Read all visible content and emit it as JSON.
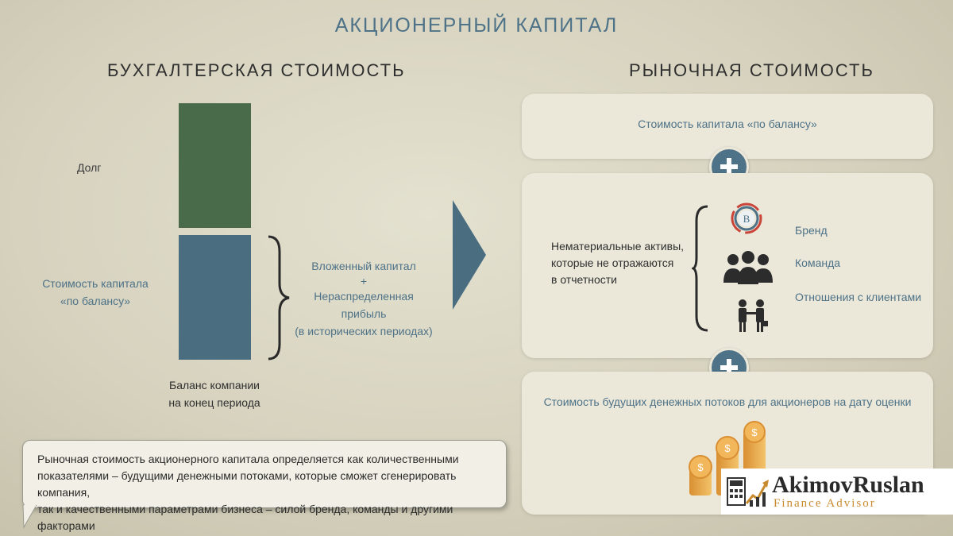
{
  "title": "АКЦИОНЕРНЫЙ КАПИТАЛ",
  "left": {
    "heading": "БУХГАЛТЕРСКАЯ СТОИМОСТЬ",
    "debt_label": "Долг",
    "equity_label_1": "Стоимость капитала",
    "equity_label_2": "«по балансу»",
    "brace_text": [
      "Вложенный капитал",
      "+",
      "Нераспределенная",
      "прибыль",
      "(в исторических периодах)"
    ],
    "balance_caption_1": "Баланс компании",
    "balance_caption_2": "на конец периода",
    "colors": {
      "debt": "#4a6b4a",
      "equity": "#4a6e80"
    }
  },
  "right": {
    "heading": "РЫНОЧНАЯ СТОИМОСТЬ",
    "card1_text": "Стоимость капитала «по балансу»",
    "card2_text": [
      "Нематериальные активы,",
      "которые не отражаются",
      "в отчетности"
    ],
    "items": [
      {
        "icon": "brand-icon",
        "label": "Бренд"
      },
      {
        "icon": "team-icon",
        "label": "Команда"
      },
      {
        "icon": "handshake-icon",
        "label": "Отношения с клиентами"
      }
    ],
    "card3_text": "Стоимость будущих денежных потоков для акционеров на дату оценки",
    "accent": "#4e7287"
  },
  "note": {
    "lines": [
      "Рыночная стоимость акционерного капитала определяется как количественными",
      "показателями – будущими денежными потоками, которые сможет сгенерировать компания,",
      "так и качественными параметрами бизнеса – силой бренда, команды и другими факторами"
    ]
  },
  "logo": {
    "name_part1": "Akimov",
    "name_part2": "Ruslan",
    "subtitle": "Finance Advisor"
  }
}
